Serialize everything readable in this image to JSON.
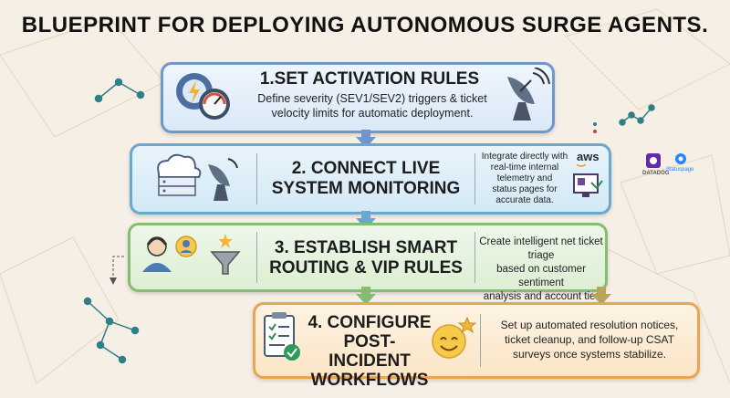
{
  "title": "BLUEPRINT FOR DEPLOYING AUTONOMOUS SURGE AGENTS.",
  "steps": [
    {
      "heading": "1.SET ACTIVATION RULES",
      "description": [
        "Define severity (SEV1/SEV2) triggers & ticket",
        "velocity limits for automatic deployment."
      ]
    },
    {
      "heading": [
        "2. CONNECT LIVE",
        "SYSTEM MONITORING"
      ],
      "description": [
        "Integrate directly with",
        "real-time internal",
        "telemetry and",
        "status pages for",
        "accurate data."
      ]
    },
    {
      "heading": [
        "3. ESTABLISH SMART",
        "ROUTING & VIP RULES"
      ],
      "description": [
        "Create intelligent net ticket triage",
        "based on customer sentiment",
        "analysis and account tier priority."
      ]
    },
    {
      "heading": [
        "4. CONFIGURE",
        "POST-INCIDENT",
        "WORKFLOWS"
      ],
      "description": [
        "Set up automated resolution notices,",
        "ticket cleanup, and follow-up CSAT",
        "surveys once systems stabilize."
      ]
    }
  ],
  "logos": {
    "aws": "aws",
    "datadog": "DATADOG",
    "statuspage": "Statuspage"
  },
  "colors": {
    "step1": "#6f97c8",
    "step2": "#69a9cf",
    "step3": "#86bb74",
    "step4": "#e9a652"
  }
}
